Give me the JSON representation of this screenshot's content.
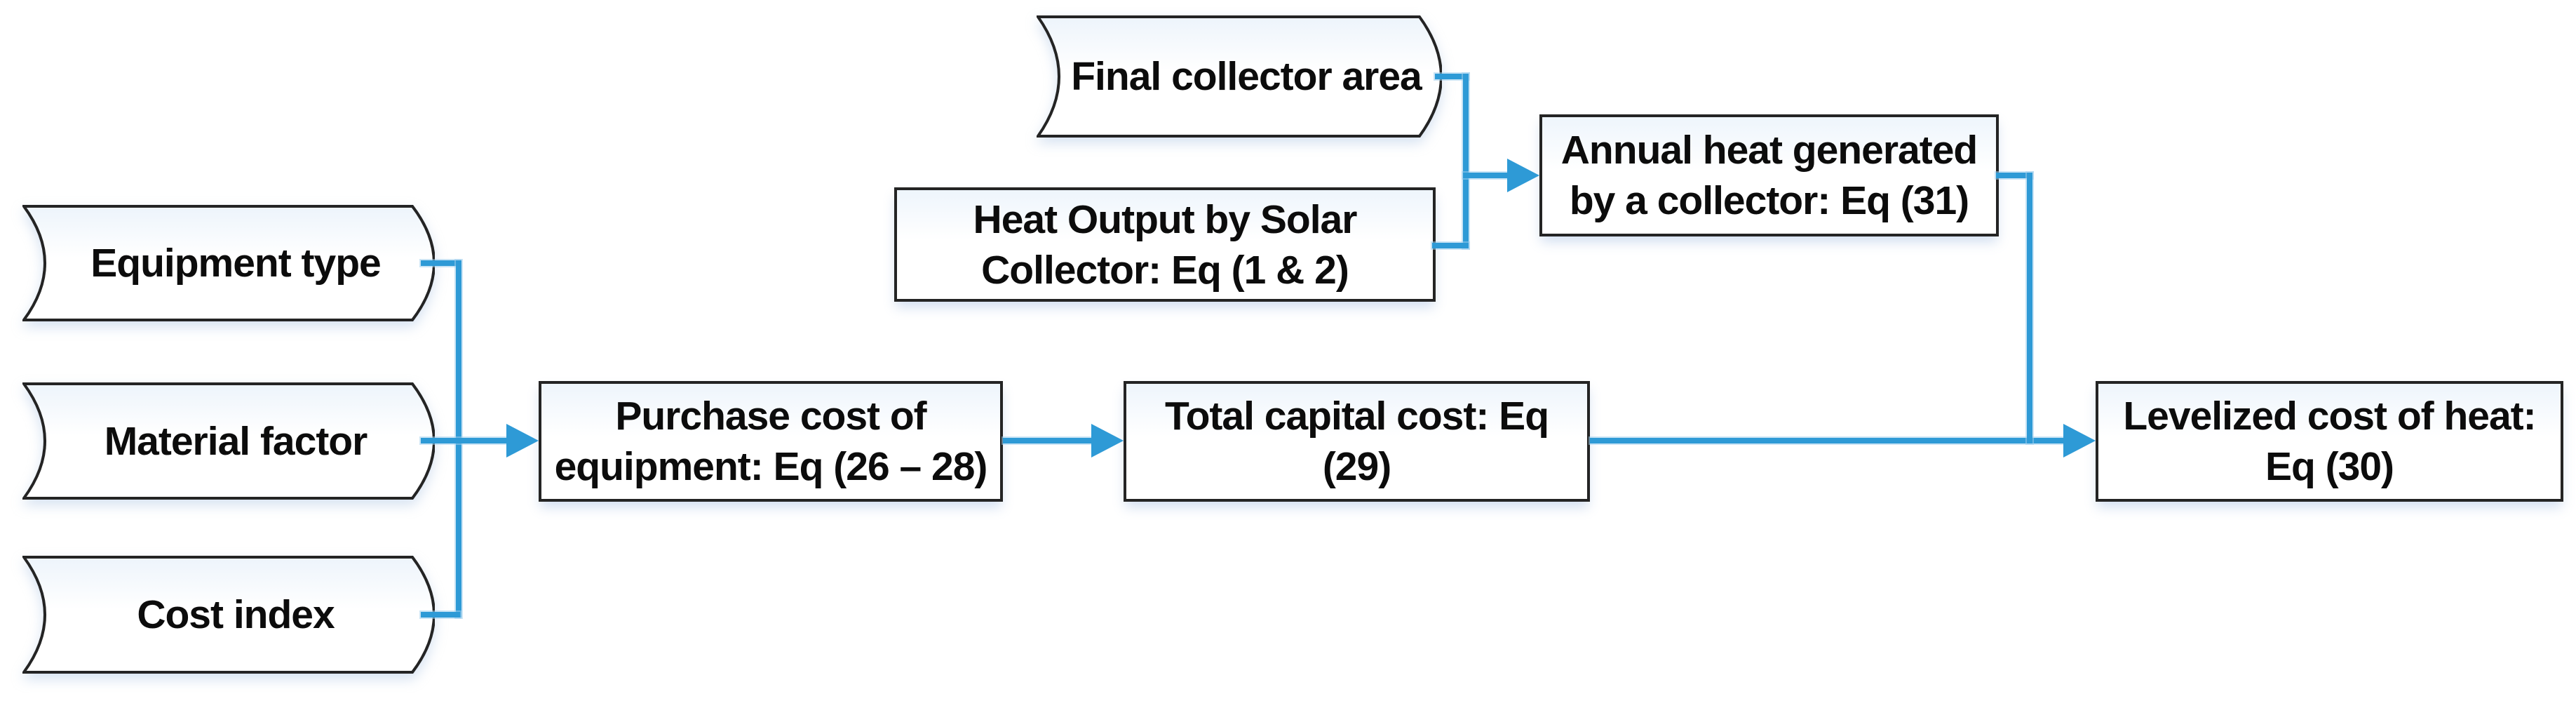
{
  "figure": {
    "description": "Flowchart of levelized cost of heat calculation for a solar collector system",
    "colors": {
      "connector_blue": "#2E9AD6",
      "connector_halo": "#9ECEEC",
      "node_border": "#242424",
      "node_fill_top": "#EEF5FC",
      "node_fill": "#FFFFFF",
      "text": "#0C0C0C",
      "background": "#FFFFFF"
    },
    "nodes": {
      "equipment_type": {
        "type": "stored-data",
        "label": "Equipment type"
      },
      "material_factor": {
        "type": "stored-data",
        "label": "Material factor"
      },
      "cost_index": {
        "type": "stored-data",
        "label": "Cost index"
      },
      "final_collector_area": {
        "type": "stored-data",
        "label": "Final collector area"
      },
      "heat_output": {
        "type": "process",
        "line1": "Heat Output by Solar",
        "line2": "Collector: Eq (1 & 2)"
      },
      "annual_heat": {
        "type": "process",
        "line1": "Annual heat generated",
        "line2": "by a collector: Eq (31)"
      },
      "purchase_cost": {
        "type": "process",
        "line1": "Purchase cost of",
        "line2": "equipment: Eq (26 – 28)"
      },
      "total_capital": {
        "type": "process",
        "line1": "Total capital cost: Eq",
        "line2": "(29)"
      },
      "levelized_cost": {
        "type": "process",
        "line1": "Levelized cost of heat:",
        "line2": "Eq (30)"
      }
    },
    "edges": [
      {
        "from": "equipment_type",
        "to": "purchase_cost"
      },
      {
        "from": "material_factor",
        "to": "purchase_cost"
      },
      {
        "from": "cost_index",
        "to": "purchase_cost"
      },
      {
        "from": "purchase_cost",
        "to": "total_capital"
      },
      {
        "from": "total_capital",
        "to": "levelized_cost"
      },
      {
        "from": "final_collector_area",
        "to": "annual_heat"
      },
      {
        "from": "heat_output",
        "to": "annual_heat"
      },
      {
        "from": "annual_heat",
        "to": "levelized_cost"
      }
    ]
  }
}
